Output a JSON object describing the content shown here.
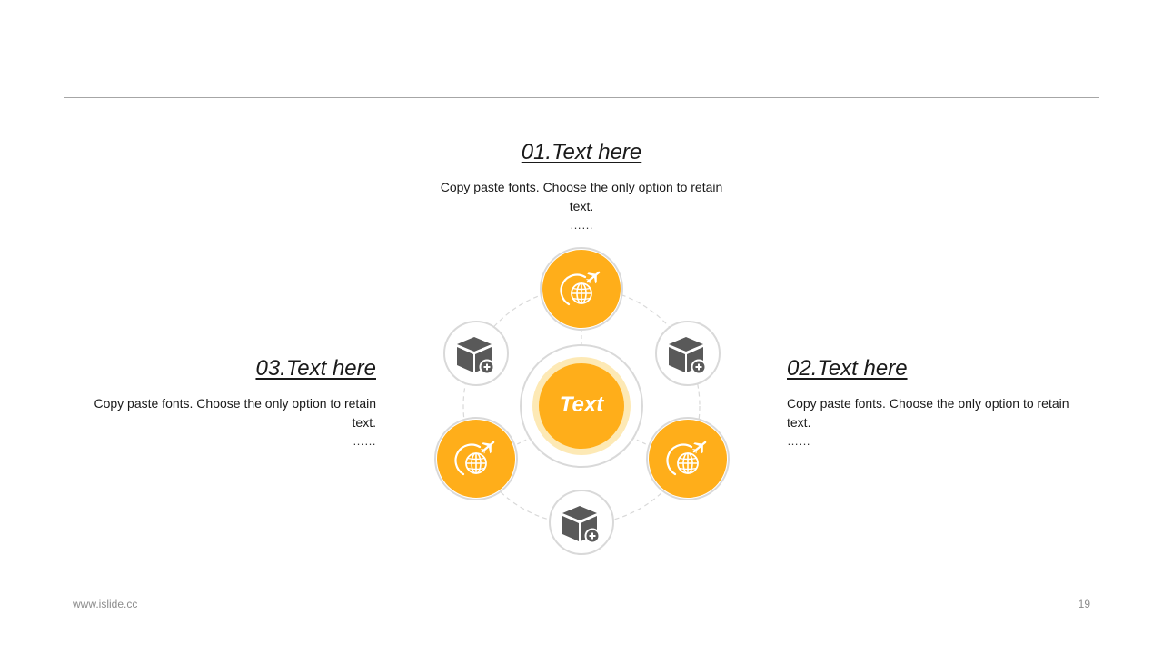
{
  "sections": [
    {
      "heading": "01.Text here",
      "body": "Copy paste fonts. Choose the only option to retain text.",
      "dots": "……"
    },
    {
      "heading": "02.Text here",
      "body": "Copy paste fonts. Choose the only option to retain text.",
      "dots": "……"
    },
    {
      "heading": "03.Text here",
      "body": "Copy paste fonts. Choose the only option to retain text.",
      "dots": "……"
    }
  ],
  "center": {
    "label": "Text"
  },
  "nodes": {
    "orange": [
      "globe-plane-icon",
      "globe-plane-icon",
      "globe-plane-icon"
    ],
    "grey": [
      "box-add-icon",
      "box-add-icon",
      "box-add-icon"
    ]
  },
  "colors": {
    "accent": "#FFAE1A",
    "accent_soft": "#FDE9B5",
    "ring": "#D9D9D9",
    "box_icon": "#595959"
  },
  "footer": {
    "url": "www.islide.cc",
    "page": "19"
  }
}
